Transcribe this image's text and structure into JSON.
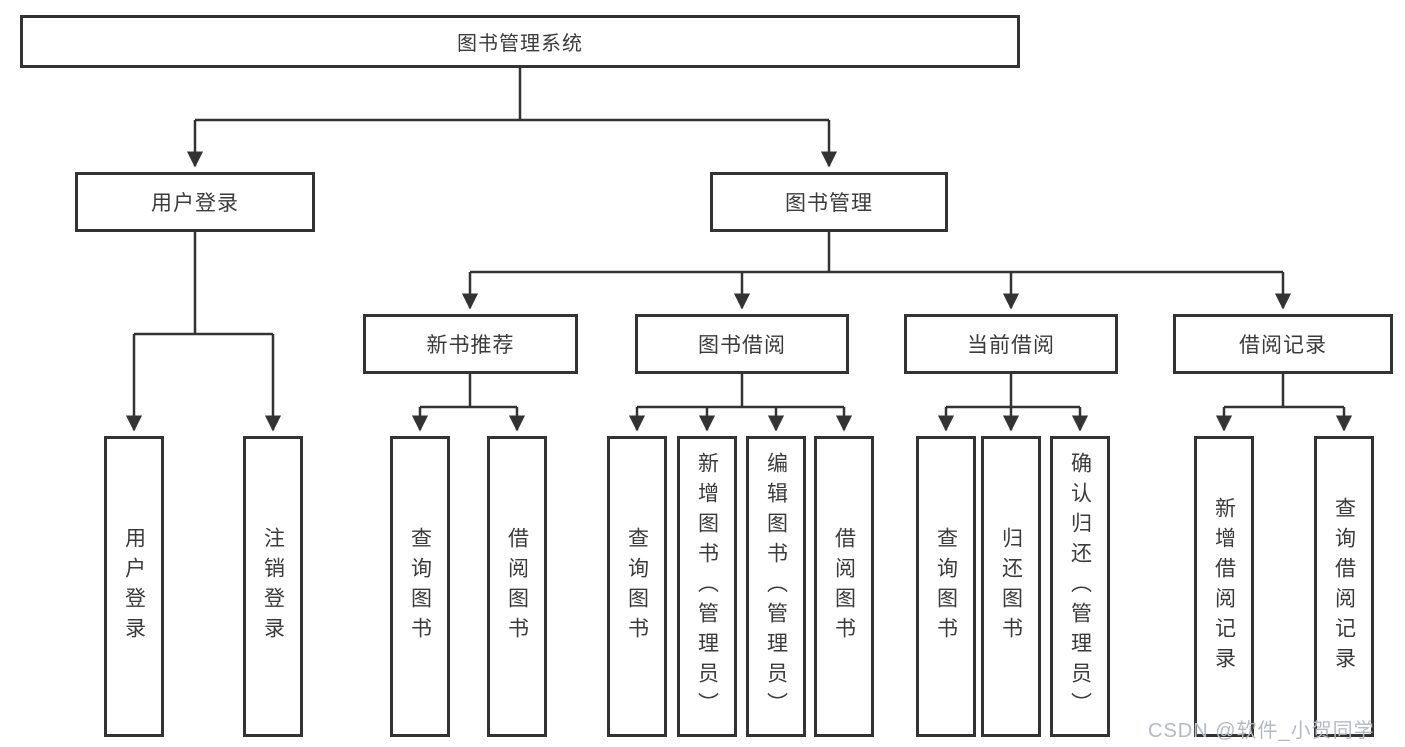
{
  "diagram": {
    "root": "图书管理系统",
    "level2": [
      "用户登录",
      "图书管理"
    ],
    "level3": [
      "新书推荐",
      "图书借阅",
      "当前借阅",
      "借阅记录"
    ],
    "leaves": {
      "user_login": [
        "用户登录",
        "注销登录"
      ],
      "new_book": [
        "查询图书",
        "借阅图书"
      ],
      "borrow": [
        "查询图书",
        "新增图书（管理员）",
        "编辑图书（管理员）",
        "借阅图书"
      ],
      "current": [
        "查询图书",
        "归还图书",
        "确认归还（管理员）"
      ],
      "records": [
        "新增借阅记录",
        "查询借阅记录"
      ]
    }
  },
  "watermark": "CSDN @软件_小贺同学",
  "colors": {
    "line": "#333333",
    "text": "#3b3b3b",
    "watermark": "#b3bac2",
    "background": "#ffffff"
  }
}
